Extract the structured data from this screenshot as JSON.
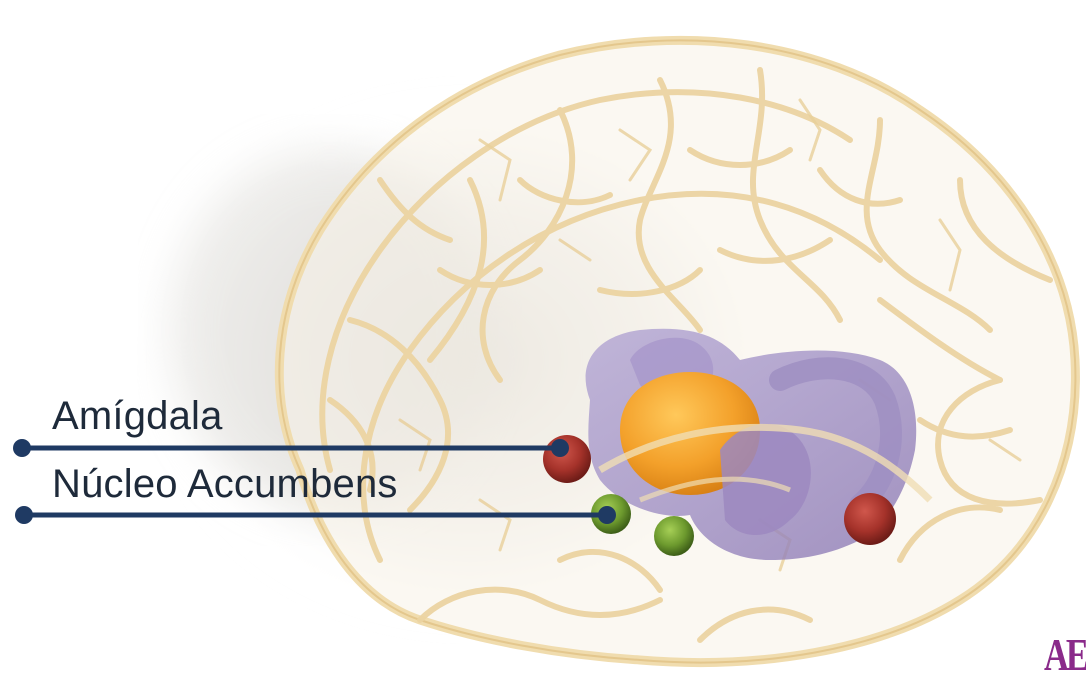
{
  "diagram": {
    "labels": [
      {
        "id": "amigdala",
        "text": "Amígdala"
      },
      {
        "id": "nucleo_accumbens",
        "text": "Núcleo Accumbens"
      }
    ],
    "colors": {
      "brain_outline": "#f0dcae",
      "gyri": "#e8cf98",
      "limbic_purple": "#9f8fc2",
      "orange_structure": "#f3a02a",
      "amygdala_red": "#a5322a",
      "accumbens_green": "#6d9a2e",
      "leader_line": "#1f3a63",
      "label_text": "#1e2a3a",
      "logo": "#8a2a8a"
    },
    "logo": {
      "text": "AE"
    }
  }
}
